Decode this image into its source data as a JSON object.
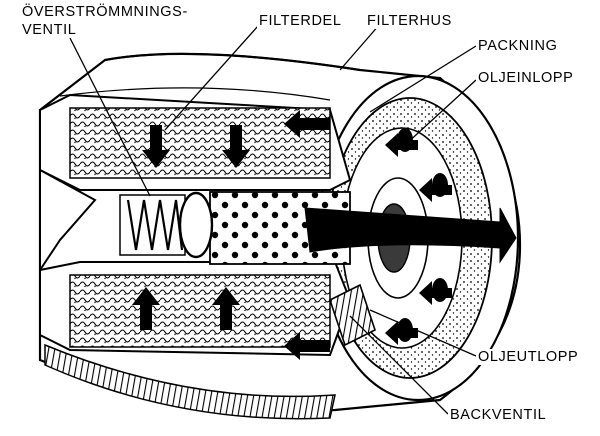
{
  "labels": {
    "overflow_valve_line1": "ÖVERSTRÖMMNINGS-",
    "overflow_valve_line2": "VENTIL",
    "filter_element": "FILTERDEL",
    "filter_housing": "FILTERHUS",
    "gasket": "PACKNING",
    "oil_inlet": "OLJEINLOPP",
    "oil_outlet": "OLJEUTLOPP",
    "check_valve": "BACKVENTIL"
  },
  "colors": {
    "ink": "#000000",
    "paper": "#ffffff",
    "shade": "#3a3a3a"
  }
}
